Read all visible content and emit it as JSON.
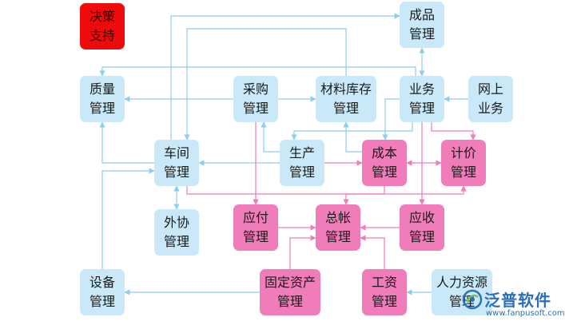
{
  "nodes": {
    "decision": {
      "line1": "决策",
      "line2": "支持",
      "color": "#ef0b0b"
    },
    "product": {
      "line1": "成品",
      "line2": "管理",
      "color": "#c9e9f8"
    },
    "quality": {
      "line1": "质量",
      "line2": "管理",
      "color": "#c9e9f8"
    },
    "purchase": {
      "line1": "采购",
      "line2": "管理",
      "color": "#c9e9f8"
    },
    "material": {
      "line1": "材料库存",
      "line2": "管理",
      "color": "#c9e9f8"
    },
    "business": {
      "line1": "业务",
      "line2": "管理",
      "color": "#c9e9f8"
    },
    "online": {
      "line1": "网上",
      "line2": "业务",
      "color": "#c9e9f8"
    },
    "workshop": {
      "line1": "车间",
      "line2": "管理",
      "color": "#c9e9f8"
    },
    "production": {
      "line1": "生产",
      "line2": "管理",
      "color": "#c9e9f8"
    },
    "cost": {
      "line1": "成本",
      "line2": "管理",
      "color": "#f07cb9"
    },
    "pricing": {
      "line1": "计价",
      "line2": "管理",
      "color": "#f07cb9"
    },
    "outsource": {
      "line1": "外协",
      "line2": "管理",
      "color": "#c9e9f8"
    },
    "payable": {
      "line1": "应付",
      "line2": "管理",
      "color": "#f07cb9"
    },
    "ledger": {
      "line1": "总帐",
      "line2": "管理",
      "color": "#f07cb9"
    },
    "receivable": {
      "line1": "应收",
      "line2": "管理",
      "color": "#f07cb9"
    },
    "equipment": {
      "line1": "设备",
      "line2": "管理",
      "color": "#c9e9f8"
    },
    "assets": {
      "line1": "固定资产",
      "line2": "管理",
      "color": "#f07cb9"
    },
    "salary": {
      "line1": "工资",
      "line2": "管理",
      "color": "#f07cb9"
    },
    "hr": {
      "line1": "人力资源",
      "line2": "管理",
      "color": "#c9e9f8"
    }
  },
  "colors": {
    "blue_line": "#8fcdef",
    "pink_line": "#f07cb9"
  },
  "logo": {
    "text": "泛普软件",
    "url": "www.fanpusoft.com",
    "icon": "fanpu-logo-icon"
  }
}
